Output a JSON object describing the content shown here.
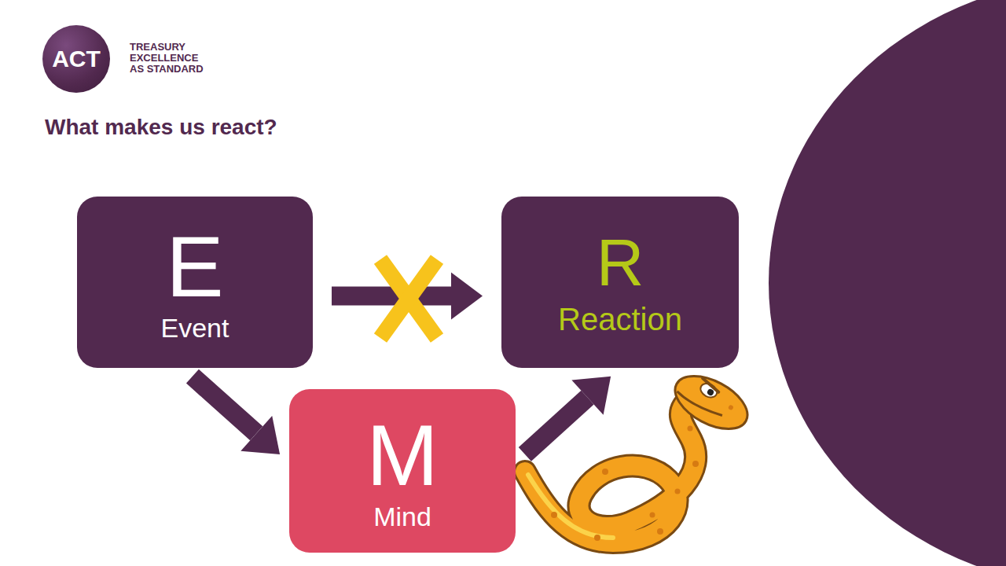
{
  "diagram": {
    "title": "What makes us react?",
    "nodes": [
      {
        "text": [
          "ACT",
          "TREASURY EXCELLENCE AS STANDARD"
        ]
      },
      {
        "text": [
          "E",
          "Event"
        ]
      },
      {
        "text": [
          "R",
          "Reaction"
        ]
      },
      {
        "text": [
          "M",
          "Mind"
        ]
      }
    ],
    "edges": [
      {
        "from": 1,
        "to": 2,
        "arrow": "to"
      },
      {
        "from": 1,
        "to": 3,
        "arrow": "to"
      },
      {
        "from": 3,
        "to": 2,
        "arrow": "to"
      }
    ]
  }
}
